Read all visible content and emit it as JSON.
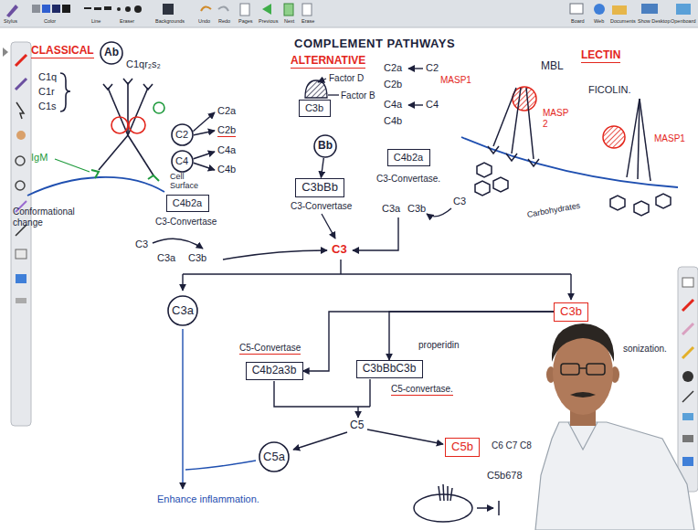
{
  "diagram": {
    "title": "COMPLEMENT PATHWAYS",
    "nodes": [
      {
        "text": [
          "Ab"
        ]
      },
      {
        "text": [
          "C2"
        ]
      },
      {
        "text": [
          "C4"
        ]
      },
      {
        "text": [
          "C3b"
        ]
      },
      {
        "text": [
          "Bb"
        ]
      },
      {
        "text": [
          "C4b2a"
        ]
      },
      {
        "text": [
          "C4b2a"
        ]
      },
      {
        "text": [
          "C3bBb"
        ]
      },
      {
        "text": [
          "C3a"
        ]
      },
      {
        "text": [
          "C3b"
        ]
      },
      {
        "text": [
          "C4b2a3b"
        ]
      },
      {
        "text": [
          "C3bBbC3b"
        ]
      },
      {
        "text": [
          "C5a"
        ]
      },
      {
        "text": [
          "C5b"
        ]
      }
    ],
    "edges": [
      {
        "from": 4,
        "to": 7,
        "arrow": "to"
      },
      {
        "from": 9,
        "to": 10,
        "arrow": "to"
      },
      {
        "from": 9,
        "to": 11,
        "arrow": "to"
      }
    ],
    "labels": [
      "Stylus",
      "Color",
      "Line",
      "Eraser",
      "Backgrounds",
      "Undo",
      "Redo",
      "Pages",
      "Previous",
      "Next",
      "Erase",
      "Board",
      "Web",
      "Documents",
      "Show Desktop",
      "Openboard",
      "CLASSICAL",
      "C1qr₂s₂",
      "C1q",
      "C1r",
      "C1s",
      "IgM",
      "Conformational change",
      "Cell Surface",
      "C2a",
      "C2b",
      "C4a",
      "C4b",
      "C3-Convertase",
      "C3",
      "C3a",
      "C3b",
      "ALTERNATIVE",
      "Factor D",
      "Factor B",
      "C3-Convertase",
      "C2a",
      "C2",
      "C2b",
      "C4a",
      "C4",
      "C4b",
      "C3-Convertase.",
      "C3a",
      "C3b",
      "C3",
      "LECTIN",
      "MASP1",
      "MBL",
      "FICOLIN.",
      "MASP 2",
      "MASP1",
      "Carbohydrates",
      "C3",
      "C5-Convertase",
      "properidin",
      "C5-convertase.",
      "C5",
      "C6 C7 C8",
      "C5b678",
      "sonization.",
      "Enhance inflammation."
    ]
  }
}
